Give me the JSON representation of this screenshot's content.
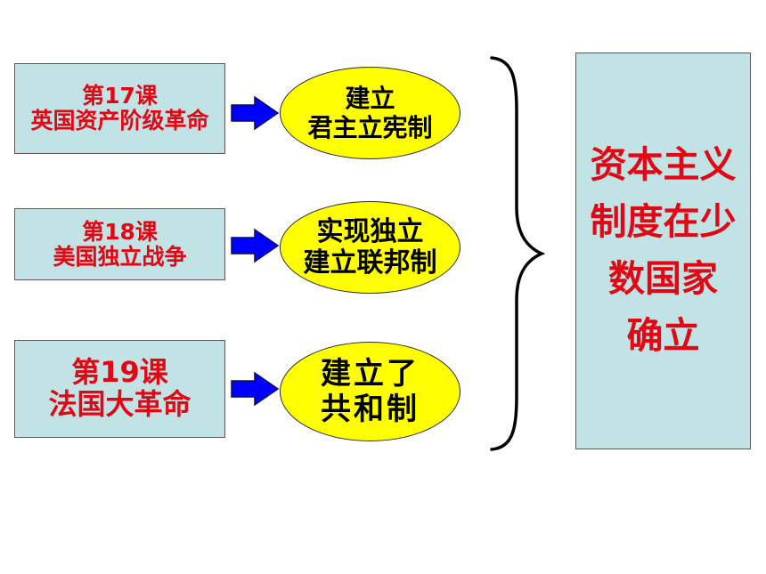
{
  "lessons": [
    {
      "title": "第17课",
      "name": "英国资产阶级革命"
    },
    {
      "title": "第18课",
      "name": "美国独立战争"
    },
    {
      "title": "第19课",
      "name": "法国大革命"
    }
  ],
  "outcomes": [
    {
      "line1": "建立",
      "line2": "君主立宪制"
    },
    {
      "line1": "实现独立",
      "line2": "建立联邦制"
    },
    {
      "line1": "建立了",
      "line2": "共和制"
    }
  ],
  "result": {
    "lines": [
      "资本主义",
      "制度在少",
      "数国家",
      "确立"
    ]
  },
  "colors": {
    "text_red": "#e30613",
    "box_fill": "#c2e3e6",
    "oval_fill": "#ffff00",
    "arrow_fill": "#0000ff"
  }
}
